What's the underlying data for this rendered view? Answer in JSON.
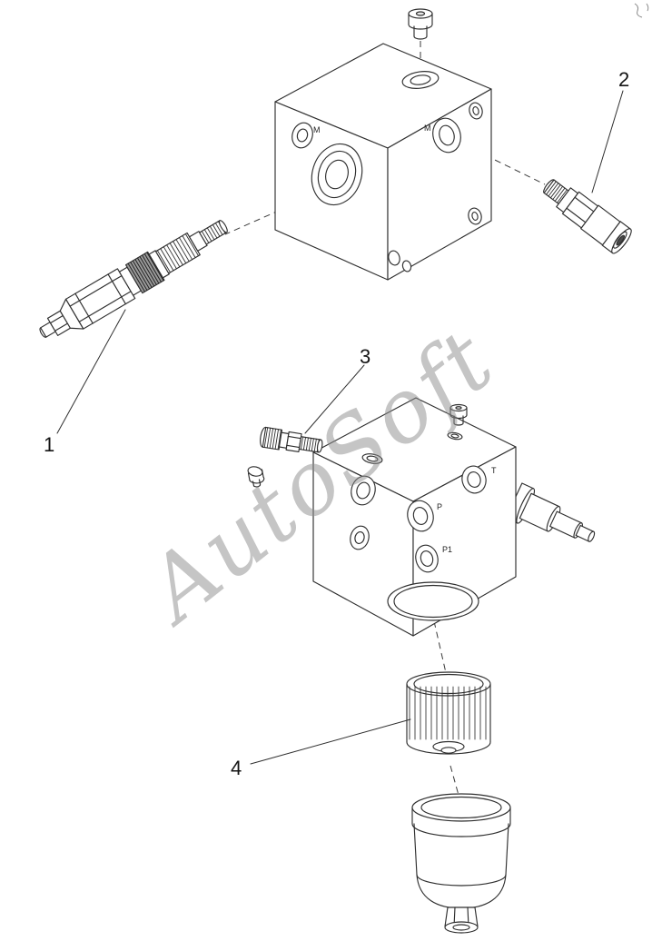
{
  "watermark": {
    "text": "AutoSoft"
  },
  "callouts": {
    "c1": "1",
    "c2": "2",
    "c3": "3",
    "c4": "4"
  },
  "port_labels": {
    "top_block_left": "M",
    "top_block_right": "M",
    "mid_block_t": "T",
    "mid_block_p": "P",
    "mid_block_p1": "P1"
  },
  "colors": {
    "line": "#2f2f2f",
    "dash": "#3a3a3a",
    "watermark": "#8c8c8c",
    "background": "#ffffff"
  }
}
